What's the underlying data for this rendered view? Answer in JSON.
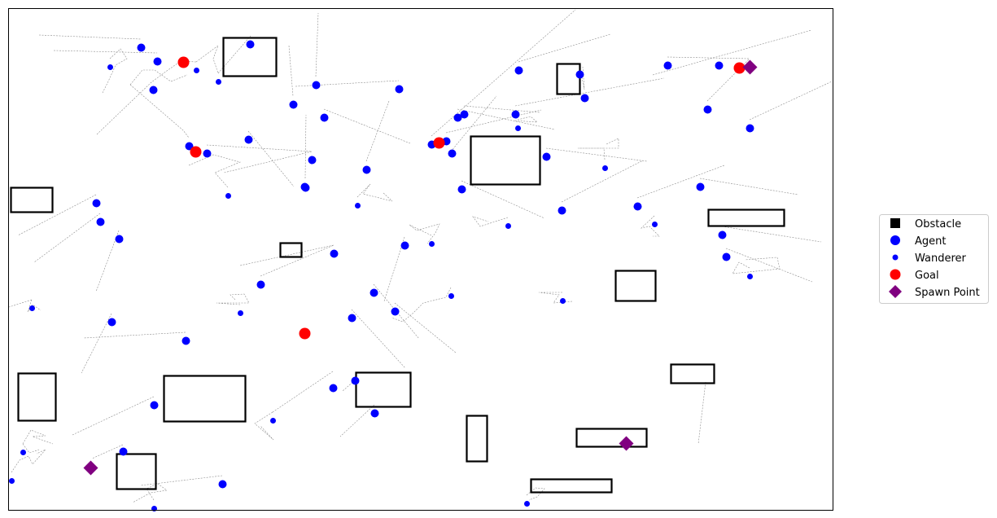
{
  "chart_data": {
    "type": "scatter",
    "title": "",
    "xlabel": "",
    "ylabel": "",
    "xlim": [
      0,
      1013
    ],
    "ylim": [
      0,
      616
    ],
    "grid": false,
    "axis_ticks": false,
    "legend": {
      "placement": "center-right outside",
      "entries": [
        {
          "label": "Obstacle",
          "marker": "square",
          "color": "#000000"
        },
        {
          "label": "Agent",
          "marker": "circle",
          "color": "#0000ff"
        },
        {
          "label": "Wanderer",
          "marker": "small-circle",
          "color": "#0000ff"
        },
        {
          "label": "Goal",
          "marker": "circle",
          "color": "#ff0000"
        },
        {
          "label": "Spawn Point",
          "marker": "diamond",
          "color": "#800080"
        }
      ]
    },
    "colors": {
      "agent": "#0000ff",
      "goal": "#ff0000",
      "spawn": "#800080",
      "obstacle": "#000000",
      "trail": "#8c8c8c"
    },
    "obstacles": [
      {
        "x": 264,
        "y": 533,
        "w": 65,
        "h": 47
      },
      {
        "x": 674,
        "y": 511,
        "w": 28,
        "h": 37
      },
      {
        "x": 568,
        "y": 400,
        "w": 85,
        "h": 59
      },
      {
        "x": 3,
        "y": 366,
        "w": 51,
        "h": 30
      },
      {
        "x": 860,
        "y": 349,
        "w": 93,
        "h": 20
      },
      {
        "x": 334,
        "y": 311,
        "w": 26,
        "h": 17
      },
      {
        "x": 746,
        "y": 257,
        "w": 49,
        "h": 37
      },
      {
        "x": 814,
        "y": 156,
        "w": 53,
        "h": 23
      },
      {
        "x": 12,
        "y": 110,
        "w": 46,
        "h": 58
      },
      {
        "x": 191,
        "y": 109,
        "w": 100,
        "h": 56
      },
      {
        "x": 427,
        "y": 127,
        "w": 67,
        "h": 42
      },
      {
        "x": 563,
        "y": 60,
        "w": 25,
        "h": 56
      },
      {
        "x": 698,
        "y": 78,
        "w": 86,
        "h": 22
      },
      {
        "x": 133,
        "y": 26,
        "w": 48,
        "h": 43
      },
      {
        "x": 642,
        "y": 22,
        "w": 99,
        "h": 16
      }
    ],
    "agents": [
      [
        163,
        568
      ],
      [
        183,
        551
      ],
      [
        178,
        516
      ],
      [
        297,
        572
      ],
      [
        350,
        498
      ],
      [
        378,
        522
      ],
      [
        388,
        482
      ],
      [
        480,
        517
      ],
      [
        222,
        447
      ],
      [
        244,
        438
      ],
      [
        295,
        455
      ],
      [
        373,
        430
      ],
      [
        364,
        397
      ],
      [
        440,
        418
      ],
      [
        365,
        396
      ],
      [
        627,
        540
      ],
      [
        702,
        535
      ],
      [
        708,
        506
      ],
      [
        623,
        486
      ],
      [
        552,
        482
      ],
      [
        560,
        486
      ],
      [
        545,
        438
      ],
      [
        557,
        394
      ],
      [
        520,
        449
      ],
      [
        538,
        453
      ],
      [
        661,
        434
      ],
      [
        680,
        368
      ],
      [
        773,
        373
      ],
      [
        810,
        546
      ],
      [
        873,
        546
      ],
      [
        911,
        469
      ],
      [
        859,
        492
      ],
      [
        850,
        397
      ],
      [
        877,
        338
      ],
      [
        882,
        311
      ],
      [
        108,
        377
      ],
      [
        113,
        354
      ],
      [
        136,
        333
      ],
      [
        487,
        325
      ],
      [
        400,
        315
      ],
      [
        310,
        277
      ],
      [
        449,
        267
      ],
      [
        475,
        244
      ],
      [
        422,
        236
      ],
      [
        127,
        231
      ],
      [
        218,
        208
      ],
      [
        399,
        150
      ],
      [
        426,
        159
      ],
      [
        450,
        119
      ],
      [
        179,
        129
      ],
      [
        141,
        72
      ],
      [
        263,
        32
      ]
    ],
    "wanderers": [
      [
        125,
        544
      ],
      [
        231,
        540
      ],
      [
        258,
        526
      ],
      [
        270,
        386
      ],
      [
        429,
        374
      ],
      [
        626,
        469
      ],
      [
        733,
        420
      ],
      [
        614,
        349
      ],
      [
        520,
        327
      ],
      [
        794,
        351
      ],
      [
        911,
        287
      ],
      [
        544,
        263
      ],
      [
        681,
        257
      ],
      [
        285,
        242
      ],
      [
        29,
        248
      ],
      [
        325,
        110
      ],
      [
        18,
        71
      ],
      [
        4,
        36
      ],
      [
        637,
        8
      ],
      [
        179,
        2
      ]
    ],
    "goals": [
      [
        215,
        550
      ],
      [
        230,
        440
      ],
      [
        529,
        451
      ],
      [
        898,
        543
      ],
      [
        364,
        217
      ]
    ],
    "spawn_points": [
      [
        911,
        544
      ],
      [
        759,
        82
      ],
      [
        101,
        52
      ]
    ]
  }
}
